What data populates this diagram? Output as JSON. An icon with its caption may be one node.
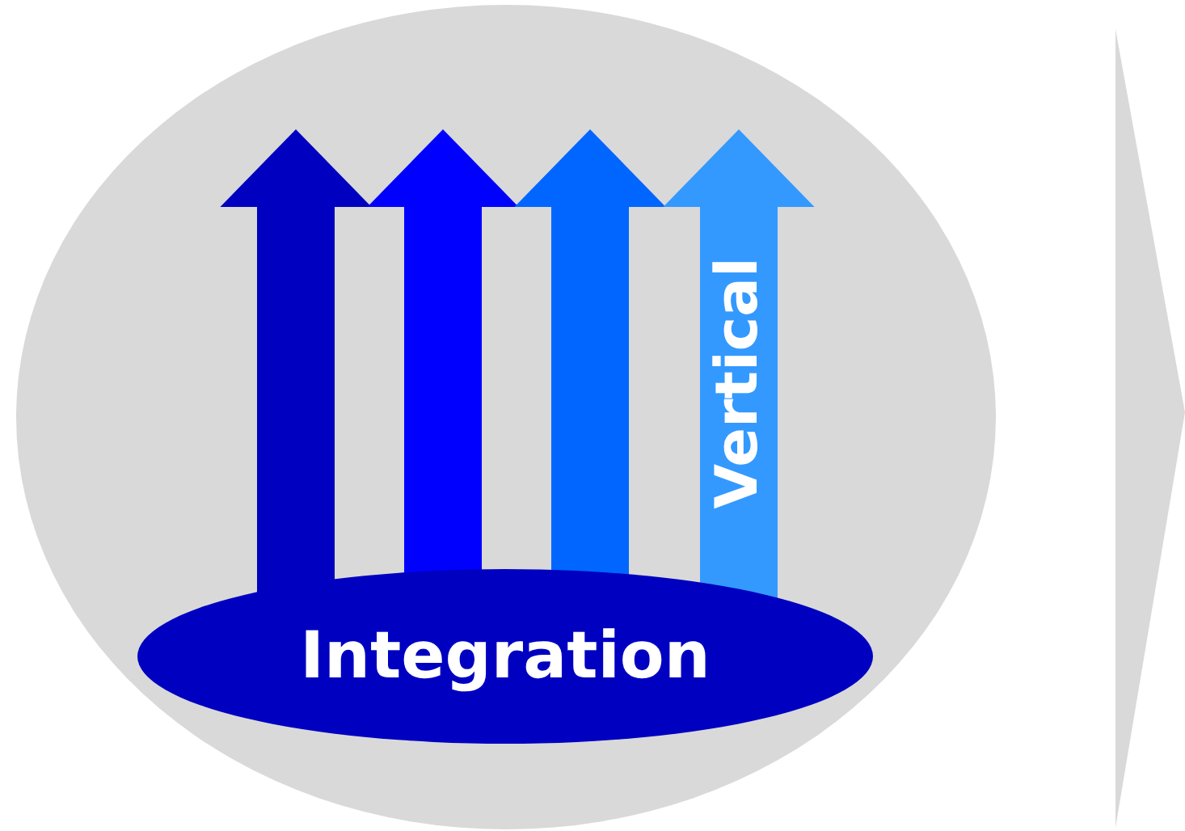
{
  "diagram": {
    "nodes": [
      {
        "text": [],
        "shape": "circle"
      },
      {
        "text": [
          "Integration"
        ],
        "in": 0
      }
    ],
    "edges": [
      {
        "from": 1,
        "to": null,
        "arrow": "to",
        "style": "thick",
        "color": "#0000c0"
      },
      {
        "from": 1,
        "to": null,
        "arrow": "to",
        "style": "thick",
        "color": "#0000ff"
      },
      {
        "from": 1,
        "to": null,
        "arrow": "to",
        "style": "thick",
        "color": "#0066ff"
      },
      {
        "from": 1,
        "to": null,
        "arrow": "to",
        "style": "thick",
        "color": "#3399ff",
        "label": "Vertical"
      }
    ]
  }
}
